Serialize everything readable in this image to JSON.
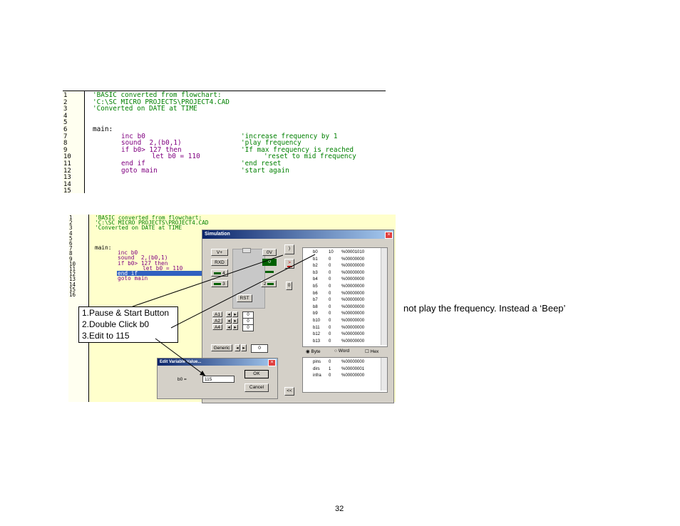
{
  "code_panel_1": {
    "line_numbers": [
      "1",
      "2",
      "3",
      "4",
      "5",
      "6",
      "7",
      "8",
      "9",
      "10",
      "11",
      "12",
      "13",
      "14",
      "15"
    ],
    "lines": [
      {
        "text": "'BASIC converted from flowchart:",
        "color": "green",
        "indent": 0
      },
      {
        "text": "'C:\\SC MICRO PROJECTS\\PROJECT4.CAD",
        "color": "green",
        "indent": 0
      },
      {
        "text": "'Converted on DATE at TIME",
        "color": "green",
        "indent": 0
      },
      {
        "text": "",
        "color": "black",
        "indent": 0
      },
      {
        "text": "",
        "color": "black",
        "indent": 0
      },
      {
        "text": "main:",
        "color": "black",
        "indent": 0
      },
      {
        "text": "inc b0",
        "color": "purple",
        "indent": 1,
        "comment": "'increase frequency by 1"
      },
      {
        "text": "sound  2,(b0,1)",
        "color": "purple",
        "indent": 1,
        "comment": "'play frequency"
      },
      {
        "text": "if b0> 127 then",
        "color": "purple",
        "indent": 1,
        "comment": "'If max frequency is reached"
      },
      {
        "text": "let b0 = 110",
        "color": "purple",
        "indent": 2,
        "comment": "'reset to mid frequency"
      },
      {
        "text": "end if",
        "color": "purple",
        "indent": 1,
        "comment": "'end reset"
      },
      {
        "text": "goto main",
        "color": "purple",
        "indent": 1,
        "comment": "'start again"
      }
    ]
  },
  "code_panel_2": {
    "line_numbers": [
      "1",
      "2",
      "3",
      "4",
      "5",
      "6",
      "7",
      "8",
      "9",
      "10",
      "11",
      "12",
      "13",
      "14",
      "15",
      "16"
    ],
    "lines": [
      "'BASIC converted from flowchart:",
      "'C:\\SC MICRO PROJECTS\\PROJECT4.CAD",
      "'Converted on DATE at TIME",
      "",
      "",
      "main:",
      "inc b0",
      "sound  2,(b0,1)",
      "if b0> 127 then",
      "let b0 = 110",
      "end if",
      "goto main"
    ]
  },
  "simulation": {
    "title": "Simulation",
    "close": "×",
    "buttons": {
      "vplus": "V+",
      "ov": "0V",
      "rxd": "RXD",
      "out0": "0",
      "pin4": "4",
      "pin3": "3",
      "pin2": "2",
      "rst": "RST",
      "pause": ")",
      "play": ">",
      "generic": "Generic",
      "collapse": "<<"
    },
    "analog": [
      {
        "label": "A1",
        "value": "0"
      },
      {
        "label": "A2",
        "value": "0"
      },
      {
        "label": "A4",
        "value": "0"
      }
    ],
    "generic_value": "0",
    "variables": [
      {
        "name": "b0",
        "dec": "10",
        "bin": "%00001010"
      },
      {
        "name": "b1",
        "dec": "0",
        "bin": "%00000000"
      },
      {
        "name": "b2",
        "dec": "0",
        "bin": "%00000000"
      },
      {
        "name": "b3",
        "dec": "0",
        "bin": "%00000000"
      },
      {
        "name": "b4",
        "dec": "0",
        "bin": "%00000000"
      },
      {
        "name": "b5",
        "dec": "0",
        "bin": "%00000000"
      },
      {
        "name": "b6",
        "dec": "0",
        "bin": "%00000000"
      },
      {
        "name": "b7",
        "dec": "0",
        "bin": "%00000000"
      },
      {
        "name": "b8",
        "dec": "0",
        "bin": "%00000000"
      },
      {
        "name": "b9",
        "dec": "0",
        "bin": "%00000000"
      },
      {
        "name": "b10",
        "dec": "0",
        "bin": "%00000000"
      },
      {
        "name": "b11",
        "dec": "0",
        "bin": "%00000000"
      },
      {
        "name": "b12",
        "dec": "0",
        "bin": "%00000000"
      },
      {
        "name": "b13",
        "dec": "0",
        "bin": "%00000000"
      }
    ],
    "format_options": {
      "byte": "Byte",
      "word": "Word",
      "hex": "Hex"
    },
    "registers": [
      {
        "name": "pins",
        "dec": "0",
        "bin": "%00000000"
      },
      {
        "name": "dirs",
        "dec": "1",
        "bin": "%00000001"
      },
      {
        "name": "infra",
        "dec": "0",
        "bin": "%00000000"
      }
    ]
  },
  "edit_dialog": {
    "title": "Edit Variable Value...",
    "close": "×",
    "label": "b0 =",
    "value": "115",
    "ok": "OK",
    "cancel": "Cancel"
  },
  "callout": {
    "step1": "1.Pause & Start Button",
    "step2": "2.Double Click b0",
    "step3": "3.Edit to 115"
  },
  "side_text": "not play the frequency. Instead a ‘Beep’",
  "page_number": "32"
}
